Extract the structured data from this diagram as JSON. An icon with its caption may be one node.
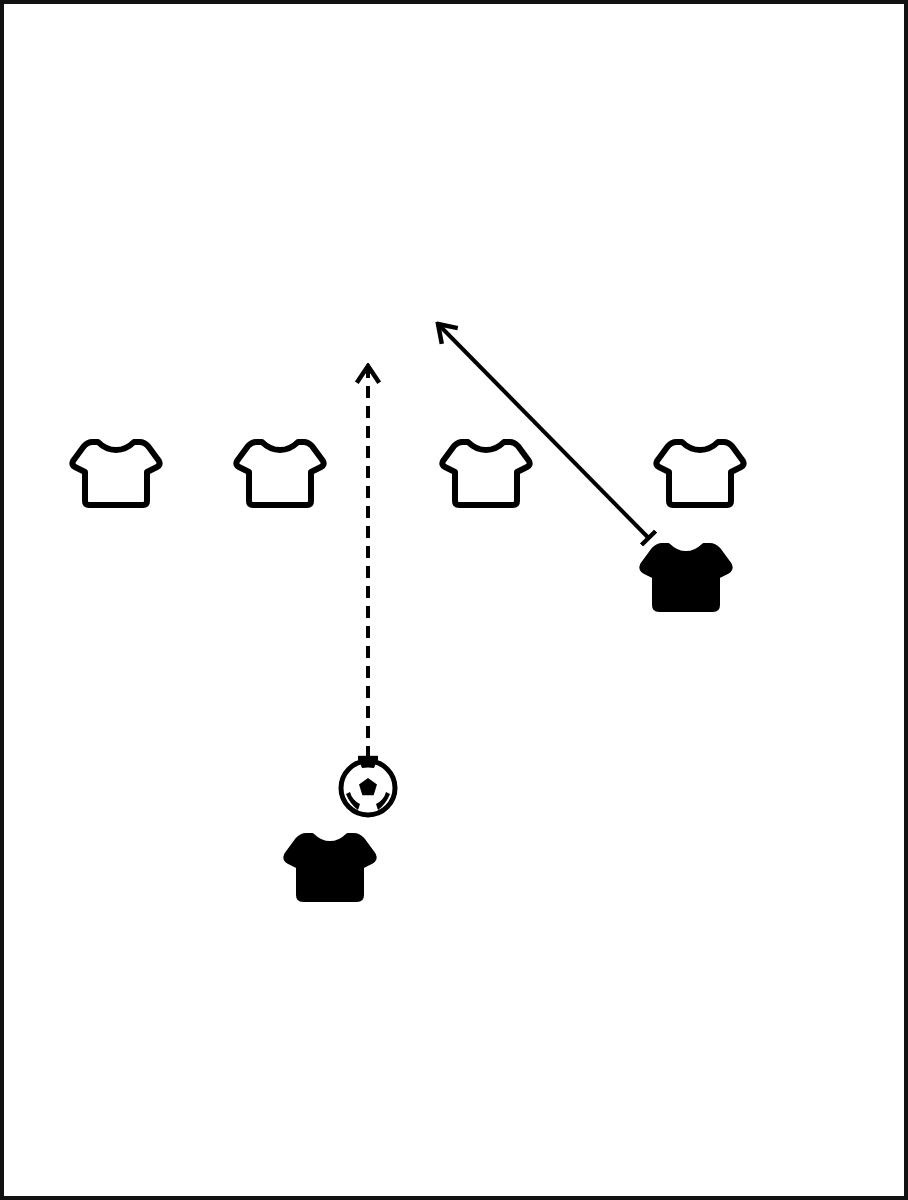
{
  "diagram": {
    "nodes": [
      {
        "text": [],
        "shape": "shirt"
      },
      {
        "text": [],
        "shape": "shirt"
      },
      {
        "text": [],
        "shape": "shirt"
      },
      {
        "text": [],
        "shape": "shirt"
      },
      {
        "text": [],
        "shape": "shirt"
      },
      {
        "text": [],
        "shape": "ball"
      },
      {
        "text": [],
        "shape": "shirt"
      }
    ],
    "edges": [
      {
        "from": 4,
        "to": null,
        "arrow": "to"
      },
      {
        "from": 5,
        "to": null,
        "arrow": "to",
        "style": "dashed"
      }
    ]
  }
}
